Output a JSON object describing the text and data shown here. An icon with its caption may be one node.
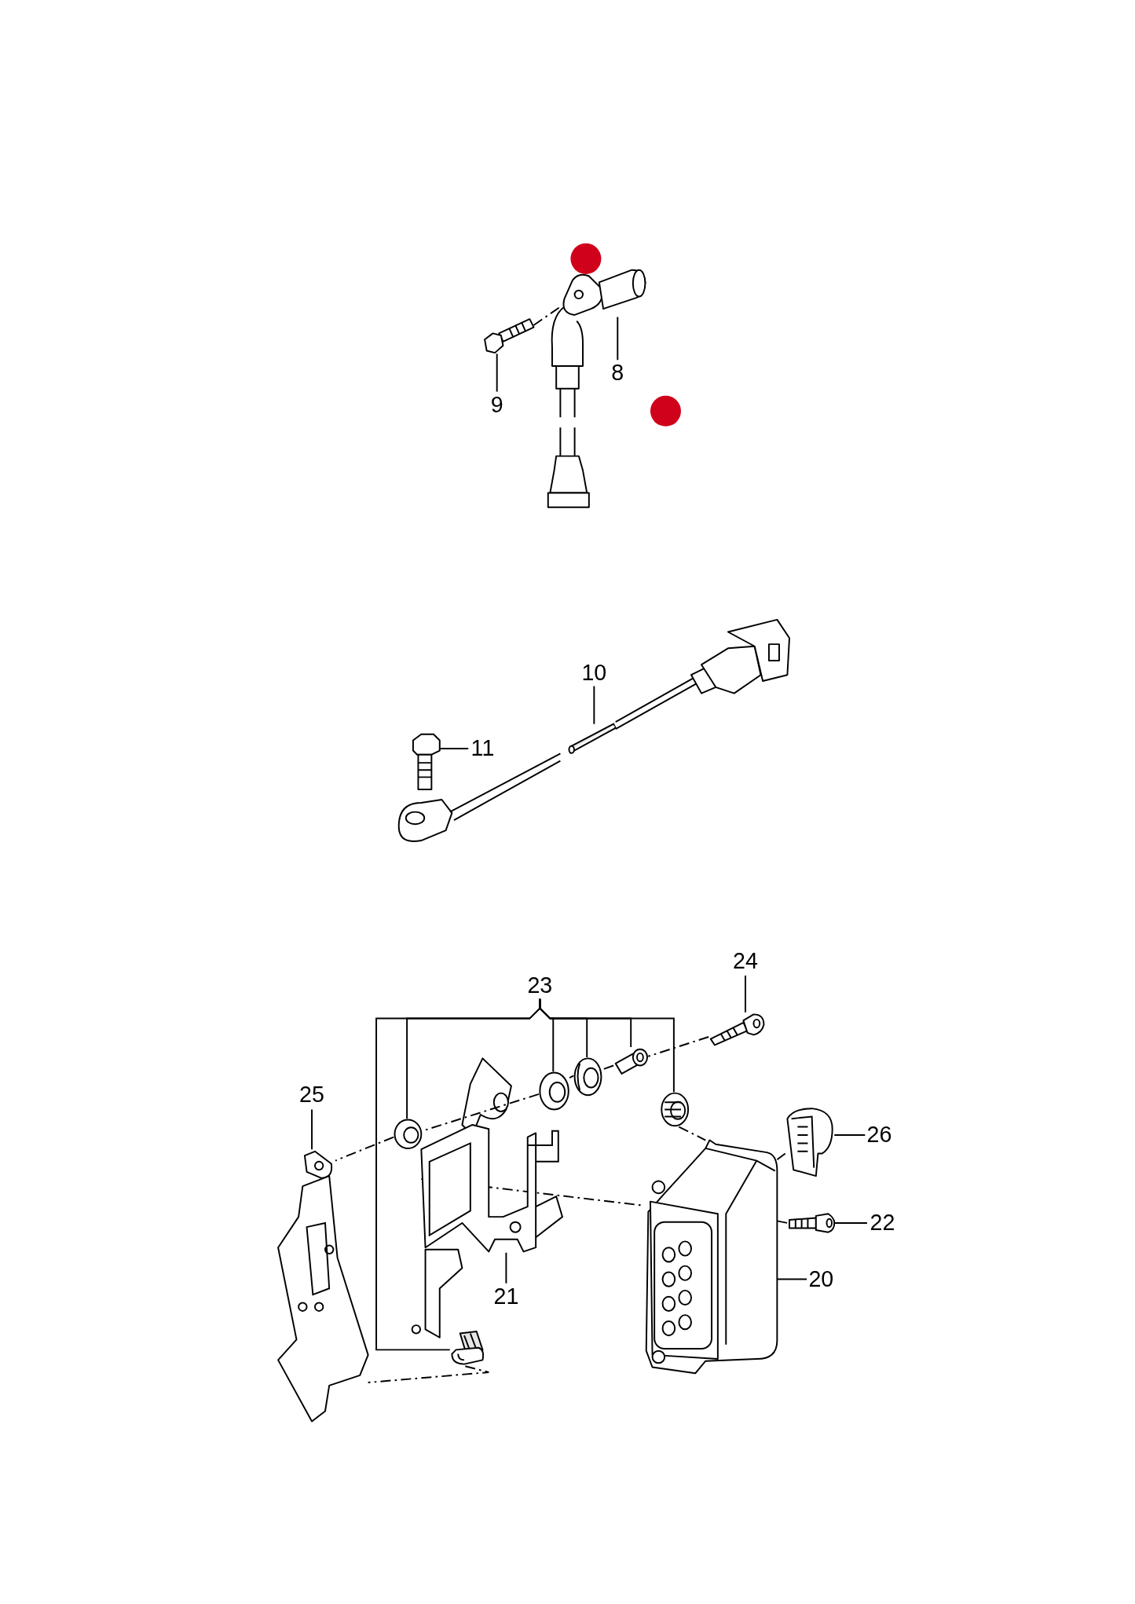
{
  "diagram": {
    "nodes": [
      {
        "text": [
          "8"
        ]
      },
      {
        "text": [],
        "shape": "picture"
      },
      {
        "text": [
          "9"
        ]
      },
      {
        "text": [],
        "shape": "picture"
      },
      {
        "text": [
          "10"
        ]
      },
      {
        "text": [],
        "shape": "picture"
      },
      {
        "text": [
          "11"
        ]
      },
      {
        "text": [],
        "shape": "picture"
      },
      {
        "text": [
          "23"
        ]
      },
      {
        "text": [],
        "shape": "picture"
      },
      {
        "text": [],
        "shape": "picture"
      },
      {
        "text": [],
        "shape": "picture"
      },
      {
        "text": [],
        "shape": "picture"
      },
      {
        "text": [],
        "shape": "picture"
      },
      {
        "text": [],
        "shape": "picture"
      },
      {
        "text": [
          "24"
        ]
      },
      {
        "text": [],
        "shape": "picture"
      },
      {
        "text": [
          "25"
        ]
      },
      {
        "text": [],
        "shape": "picture"
      },
      {
        "text": [
          "26"
        ]
      },
      {
        "text": [],
        "shape": "picture"
      },
      {
        "text": [
          "22"
        ]
      },
      {
        "text": [],
        "shape": "picture"
      },
      {
        "text": [
          "21"
        ]
      },
      {
        "text": [],
        "shape": "picture"
      },
      {
        "text": [
          "20"
        ]
      },
      {
        "text": [],
        "shape": "picture"
      },
      {
        "text": [],
        "shape": "picture"
      }
    ],
    "edges": [
      {
        "from": 0,
        "to": 1,
        "arrow": "none"
      },
      {
        "from": 2,
        "to": 3,
        "arrow": "none"
      },
      {
        "from": 4,
        "to": 5,
        "arrow": "none"
      },
      {
        "from": 6,
        "to": 7,
        "arrow": "none"
      },
      {
        "from": 8,
        "to": 9,
        "arrow": "none"
      },
      {
        "from": 8,
        "to": 10,
        "arrow": "none"
      },
      {
        "from": 8,
        "to": 11,
        "arrow": "none"
      },
      {
        "from": 8,
        "to": 12,
        "arrow": "none"
      },
      {
        "from": 8,
        "to": 13,
        "arrow": "none"
      },
      {
        "from": 8,
        "to": 14,
        "arrow": "none"
      },
      {
        "from": 15,
        "to": 16,
        "arrow": "none"
      },
      {
        "from": 17,
        "to": 18,
        "arrow": "none"
      },
      {
        "from": 19,
        "to": 20,
        "arrow": "none"
      },
      {
        "from": 21,
        "to": 22,
        "arrow": "none"
      },
      {
        "from": 23,
        "to": 24,
        "arrow": "none"
      },
      {
        "from": 25,
        "to": 26,
        "arrow": "none"
      },
      {
        "from": 3,
        "to": 1,
        "arrow": "none",
        "style": "dashed"
      },
      {
        "from": 16,
        "to": 12,
        "arrow": "none",
        "style": "dashed"
      },
      {
        "from": 12,
        "to": 11,
        "arrow": "none",
        "style": "dashed"
      },
      {
        "from": 11,
        "to": 10,
        "arrow": "none",
        "style": "dashed"
      },
      {
        "from": 10,
        "to": 9,
        "arrow": "none",
        "style": "dashed"
      },
      {
        "from": 9,
        "to": 18,
        "arrow": "none",
        "style": "dashed"
      },
      {
        "from": 24,
        "to": 26,
        "arrow": "none",
        "style": "dashed"
      },
      {
        "from": 26,
        "to": 22,
        "arrow": "none",
        "style": "dashed"
      },
      {
        "from": 13,
        "to": 26,
        "arrow": "none",
        "style": "dashed"
      },
      {
        "from": 20,
        "to": 26,
        "arrow": "none",
        "style": "dashed"
      },
      {
        "from": 14,
        "to": 27,
        "arrow": "none",
        "style": "dashed"
      }
    ]
  }
}
